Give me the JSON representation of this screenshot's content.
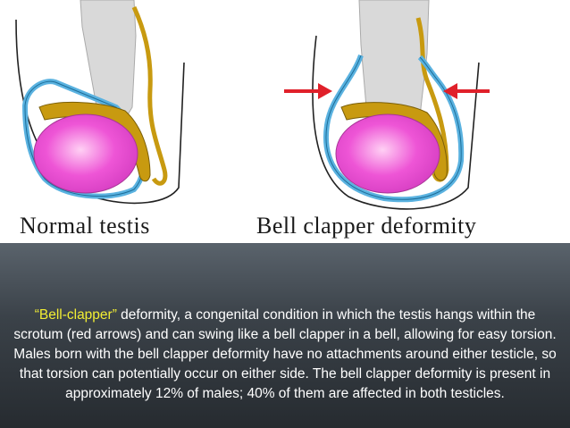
{
  "labels": {
    "normal": "Normal testis",
    "bell": "Bell clapper deformity"
  },
  "caption": {
    "highlight": "“Bell-clapper”",
    "text": " deformity, a congenital condition in which the testis hangs within the scrotum (red arrows) and can swing like a bell clapper in a bell, allowing for easy torsion. Males born with the bell clapper deformity have no attachments around either testicle, so that torsion can potentially occur on either side. The bell clapper deformity is present in approximately 12% of males; 40% of them are affected in both testicles."
  },
  "colors": {
    "testis": "#e84fd0",
    "epididymis": "#c89a10",
    "tunica": "#5ab2e0",
    "cord": "#d6d6d6",
    "arrow": "#e0202a"
  }
}
